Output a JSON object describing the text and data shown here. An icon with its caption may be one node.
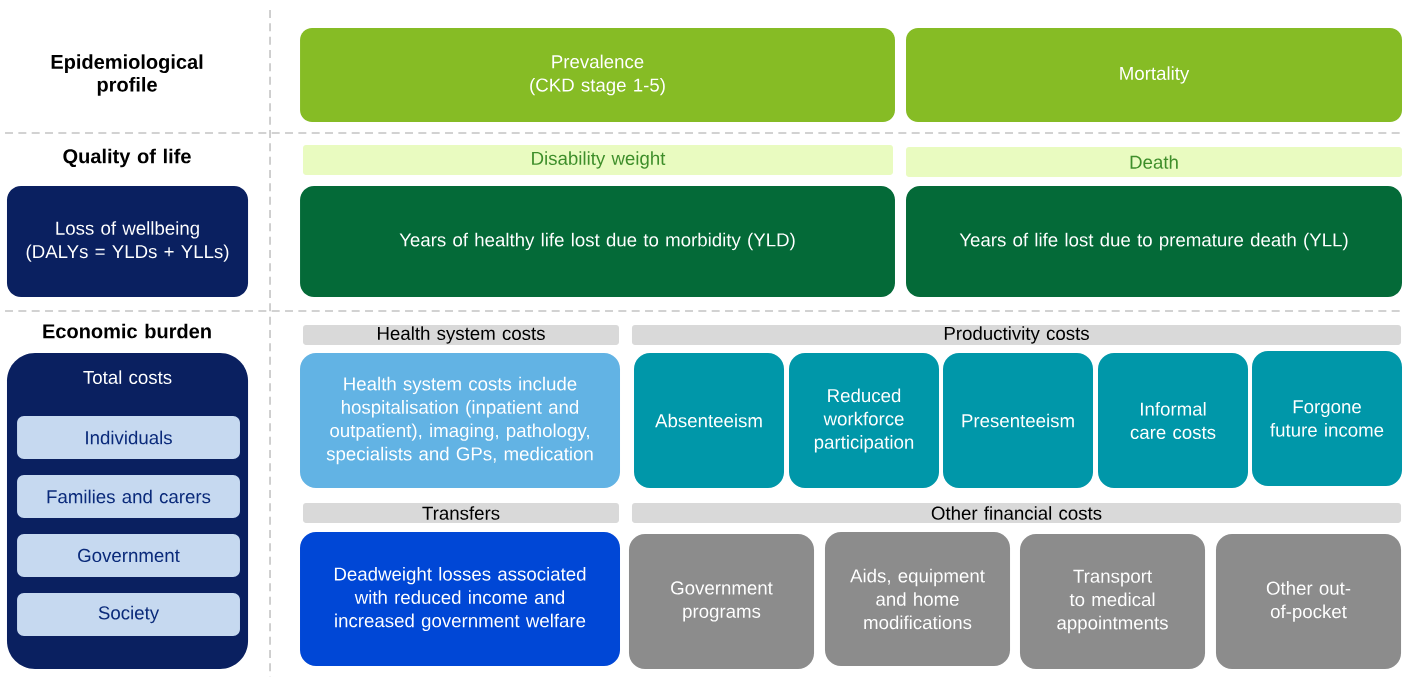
{
  "diagram": {
    "nodes": [
      {
        "text": [
          "Prevalence (CKD stage 1-5)"
        ]
      },
      {
        "text": [
          "Mortality"
        ]
      },
      {
        "text": [
          "Disability weight"
        ]
      },
      {
        "text": [
          "Death"
        ]
      },
      {
        "text": [
          "Loss of wellbeing (DALYs = YLDs + YLLs)"
        ]
      },
      {
        "text": [
          "Years of healthy life lost due to morbidity (YLD)"
        ]
      },
      {
        "text": [
          "Years of life lost due to premature death (YLL)"
        ]
      },
      {
        "text": [
          "Health system costs"
        ]
      },
      {
        "text": [
          "Productivity costs"
        ]
      },
      {
        "text": [
          "Total costs"
        ]
      },
      {
        "text": [
          "Individuals"
        ],
        "in": 9
      },
      {
        "text": [
          "Families and carers"
        ],
        "in": 9
      },
      {
        "text": [
          "Government"
        ],
        "in": 9
      },
      {
        "text": [
          "Society"
        ],
        "in": 9
      },
      {
        "text": [
          "Health system costs include hospitalisation (inpatient and outpatient), imaging, pathology, specialists and GPs, medication"
        ]
      },
      {
        "text": [
          "Absenteeism"
        ]
      },
      {
        "text": [
          "Reduced workforce participation"
        ]
      },
      {
        "text": [
          "Presenteeism"
        ]
      },
      {
        "text": [
          "Informal care costs"
        ]
      },
      {
        "text": [
          "Forgone future income"
        ]
      },
      {
        "text": [
          "Transfers"
        ]
      },
      {
        "text": [
          "Other financial costs"
        ]
      },
      {
        "text": [
          "Deadweight losses associated with reduced income and increased government welfare"
        ]
      },
      {
        "text": [
          "Government programs"
        ]
      },
      {
        "text": [
          "Aids, equipment and home modifications"
        ]
      },
      {
        "text": [
          "Transport to medical appointments"
        ]
      },
      {
        "text": [
          "Other out-of-pocket"
        ]
      }
    ],
    "labels": [
      "Epidemiological profile",
      "Quality of life",
      "Economic burden"
    ]
  }
}
